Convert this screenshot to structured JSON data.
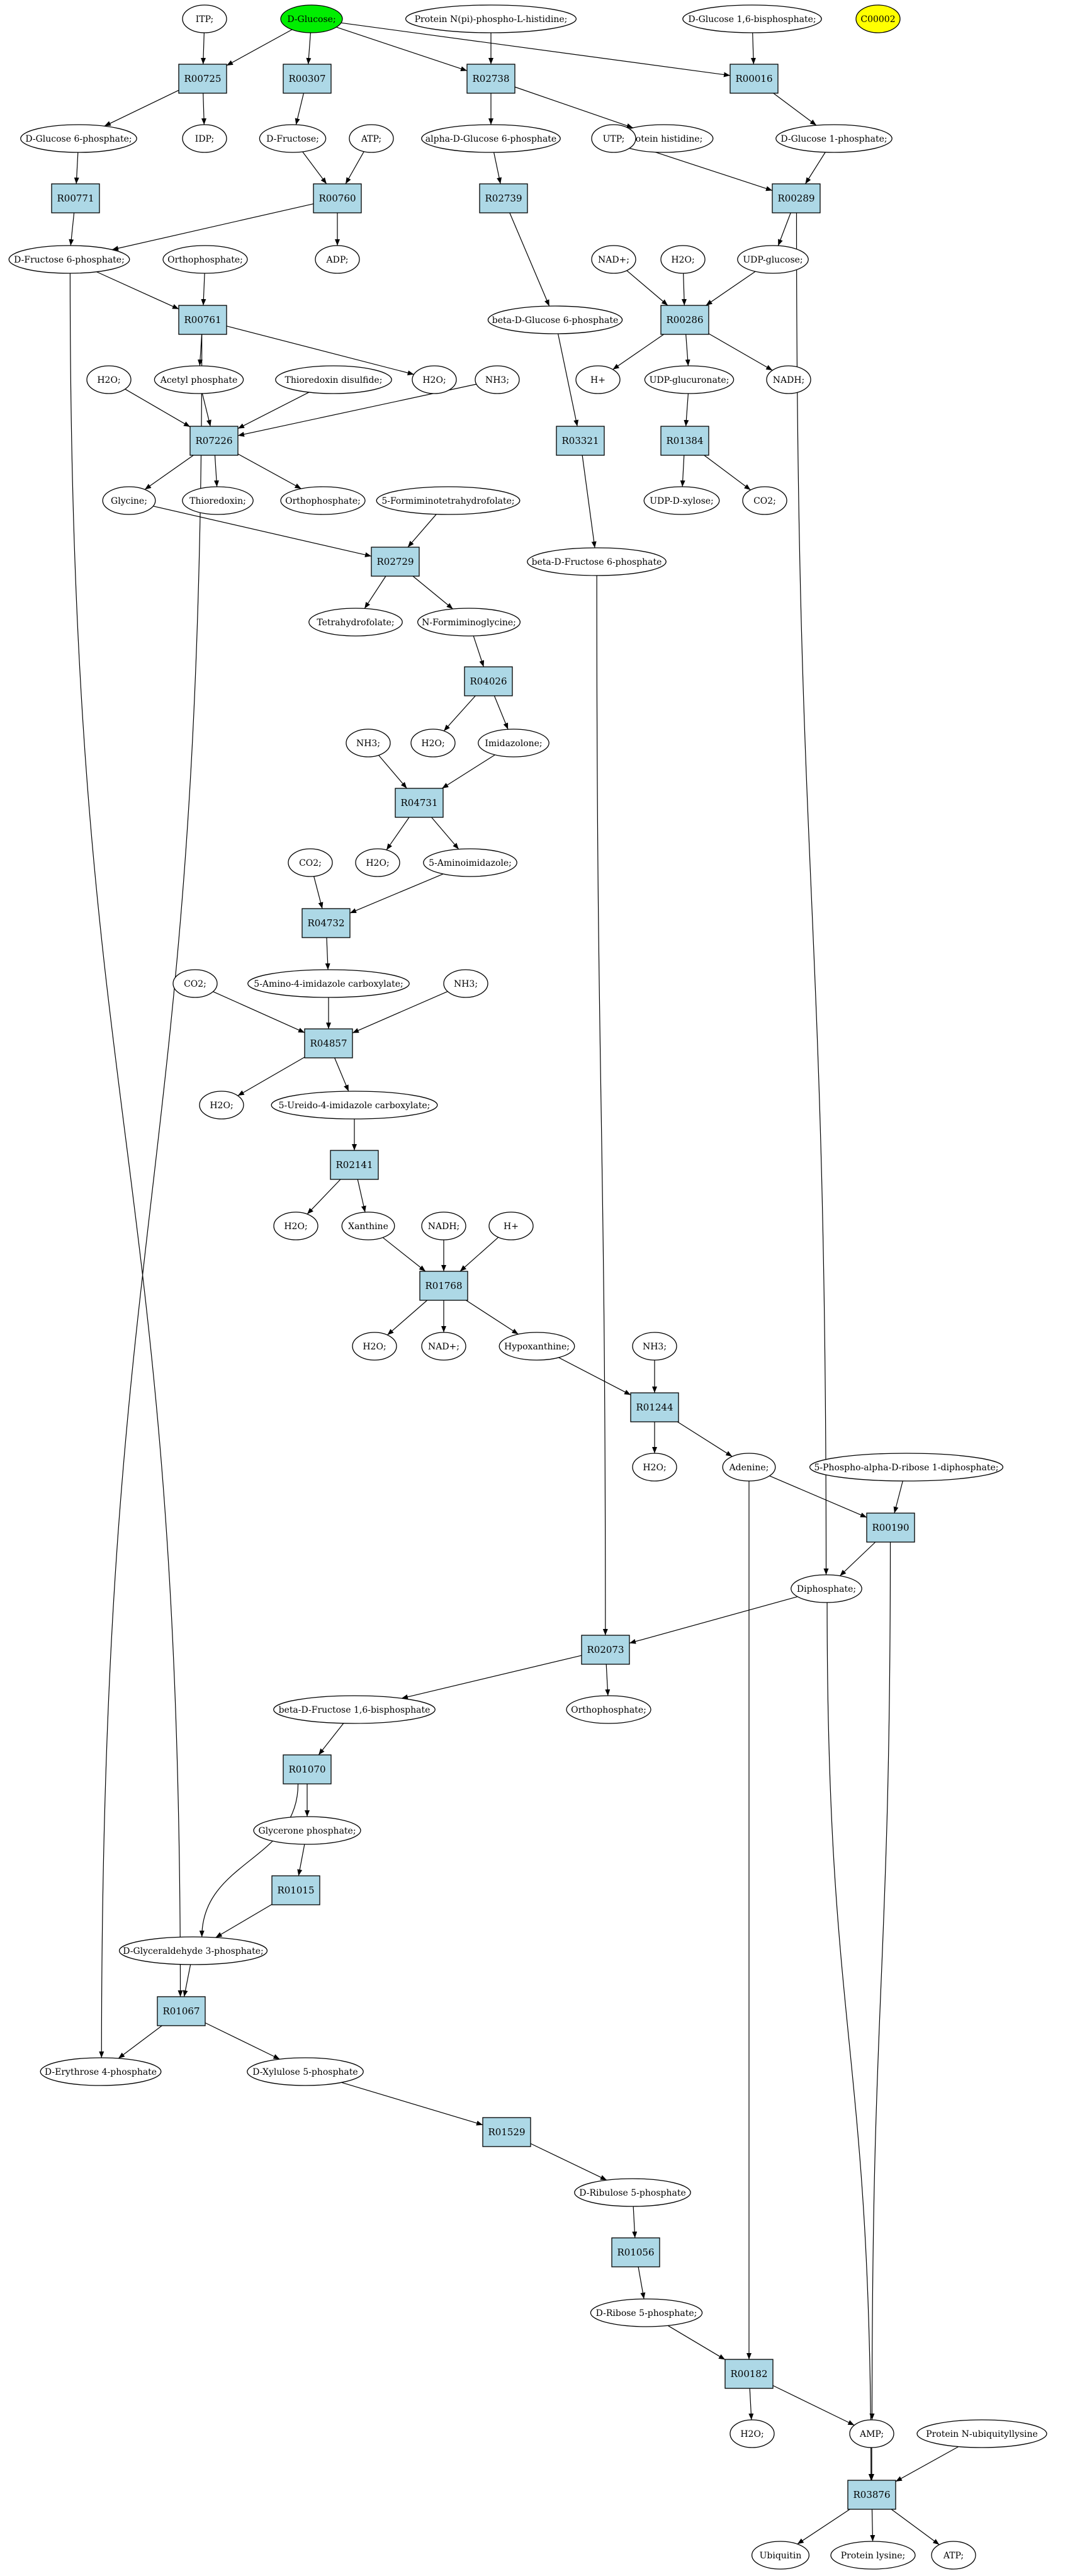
{
  "colors": {
    "reaction_fill": "#add8e6",
    "compound_fill": "#ffffff",
    "source_fill": "#00ee00",
    "marker_fill": "#ffff00",
    "stroke": "#000000",
    "text": "#000000"
  },
  "graph": {
    "nodes": [
      {
        "id": "n_itp",
        "kind": "compound",
        "label": "ITP;"
      },
      {
        "id": "n_dglucose",
        "kind": "source",
        "label": "D-Glucose;"
      },
      {
        "id": "n_pnpih",
        "kind": "compound",
        "label": "Protein N(pi)-phospho-L-histidine;"
      },
      {
        "id": "n_dg16bp",
        "kind": "compound",
        "label": "D-Glucose 1,6-bisphosphate;"
      },
      {
        "id": "n_c00002",
        "kind": "marker",
        "label": "C00002"
      },
      {
        "id": "r_R00725",
        "kind": "reaction",
        "label": "R00725"
      },
      {
        "id": "r_R00307",
        "kind": "reaction",
        "label": "R00307"
      },
      {
        "id": "r_R02738",
        "kind": "reaction",
        "label": "R02738"
      },
      {
        "id": "r_R00016",
        "kind": "reaction",
        "label": "R00016"
      },
      {
        "id": "n_dg6p",
        "kind": "compound",
        "label": "D-Glucose 6-phosphate;"
      },
      {
        "id": "n_idp",
        "kind": "compound",
        "label": "IDP;"
      },
      {
        "id": "n_dfru",
        "kind": "compound",
        "label": "D-Fructose;"
      },
      {
        "id": "n_atp1",
        "kind": "compound",
        "label": "ATP;"
      },
      {
        "id": "n_adg6p",
        "kind": "compound",
        "label": "alpha-D-Glucose 6-phosphate"
      },
      {
        "id": "n_phis",
        "kind": "compound",
        "label": "Protein histidine;"
      },
      {
        "id": "n_utp",
        "kind": "compound",
        "label": "UTP;"
      },
      {
        "id": "n_dg1p",
        "kind": "compound",
        "label": "D-Glucose 1-phosphate;"
      },
      {
        "id": "r_R00771",
        "kind": "reaction",
        "label": "R00771"
      },
      {
        "id": "r_R00760",
        "kind": "reaction",
        "label": "R00760"
      },
      {
        "id": "r_R02739",
        "kind": "reaction",
        "label": "R02739"
      },
      {
        "id": "r_R00289",
        "kind": "reaction",
        "label": "R00289"
      },
      {
        "id": "n_df6p",
        "kind": "compound",
        "label": "D-Fructose 6-phosphate;"
      },
      {
        "id": "n_orthop1",
        "kind": "compound",
        "label": "Orthophosphate;"
      },
      {
        "id": "n_adp",
        "kind": "compound",
        "label": "ADP;"
      },
      {
        "id": "n_nadp",
        "kind": "compound",
        "label": "NAD+;"
      },
      {
        "id": "n_h2o_a",
        "kind": "compound",
        "label": "H2O;"
      },
      {
        "id": "n_udpglc",
        "kind": "compound",
        "label": "UDP-glucose;"
      },
      {
        "id": "n_bdg6p",
        "kind": "compound",
        "label": "beta-D-Glucose 6-phosphate"
      },
      {
        "id": "r_R00761",
        "kind": "reaction",
        "label": "R00761"
      },
      {
        "id": "r_R00286",
        "kind": "reaction",
        "label": "R00286"
      },
      {
        "id": "n_hplus1",
        "kind": "compound",
        "label": "H+"
      },
      {
        "id": "n_udpglcu",
        "kind": "compound",
        "label": "UDP-glucuronate;"
      },
      {
        "id": "n_nadh1",
        "kind": "compound",
        "label": "NADH;"
      },
      {
        "id": "n_h2o_b",
        "kind": "compound",
        "label": "H2O;"
      },
      {
        "id": "n_acp",
        "kind": "compound",
        "label": "Acetyl phosphate"
      },
      {
        "id": "n_tdis",
        "kind": "compound",
        "label": "Thioredoxin disulfide;"
      },
      {
        "id": "n_h2o_c",
        "kind": "compound",
        "label": "H2O;"
      },
      {
        "id": "n_nh3_a",
        "kind": "compound",
        "label": "NH3;"
      },
      {
        "id": "r_R07226",
        "kind": "reaction",
        "label": "R07226"
      },
      {
        "id": "r_R03321",
        "kind": "reaction",
        "label": "R03321"
      },
      {
        "id": "r_R01384",
        "kind": "reaction",
        "label": "R01384"
      },
      {
        "id": "n_glycine",
        "kind": "compound",
        "label": "Glycine;"
      },
      {
        "id": "n_thioredoxin",
        "kind": "compound",
        "label": "Thioredoxin;"
      },
      {
        "id": "n_orthop2",
        "kind": "compound",
        "label": "Orthophosphate;"
      },
      {
        "id": "n_udpxyl",
        "kind": "compound",
        "label": "UDP-D-xylose;"
      },
      {
        "id": "n_co2_a",
        "kind": "compound",
        "label": "CO2;"
      },
      {
        "id": "n_fthf",
        "kind": "compound",
        "label": "5-Formiminotetrahydrofolate;"
      },
      {
        "id": "n_bdf6p",
        "kind": "compound",
        "label": "beta-D-Fructose 6-phosphate"
      },
      {
        "id": "r_R02729",
        "kind": "reaction",
        "label": "R02729"
      },
      {
        "id": "n_thf",
        "kind": "compound",
        "label": "Tetrahydrofolate;"
      },
      {
        "id": "n_nfg",
        "kind": "compound",
        "label": "N-Formiminoglycine;"
      },
      {
        "id": "r_R04026",
        "kind": "reaction",
        "label": "R04026"
      },
      {
        "id": "n_h2o_d",
        "kind": "compound",
        "label": "H2O;"
      },
      {
        "id": "n_imid",
        "kind": "compound",
        "label": "Imidazolone;"
      },
      {
        "id": "n_nh3_b",
        "kind": "compound",
        "label": "NH3;"
      },
      {
        "id": "r_R04731",
        "kind": "reaction",
        "label": "R04731"
      },
      {
        "id": "n_h2o_e",
        "kind": "compound",
        "label": "H2O;"
      },
      {
        "id": "n_5ai",
        "kind": "compound",
        "label": "5-Aminoimidazole;"
      },
      {
        "id": "n_co2_b",
        "kind": "compound",
        "label": "CO2;"
      },
      {
        "id": "r_R04732",
        "kind": "reaction",
        "label": "R04732"
      },
      {
        "id": "n_co2_c",
        "kind": "compound",
        "label": "CO2;"
      },
      {
        "id": "n_5a4ic",
        "kind": "compound",
        "label": "5-Amino-4-imidazole carboxylate;"
      },
      {
        "id": "n_nh3_c",
        "kind": "compound",
        "label": "NH3;"
      },
      {
        "id": "r_R04857",
        "kind": "reaction",
        "label": "R04857"
      },
      {
        "id": "n_h2o_f",
        "kind": "compound",
        "label": "H2O;"
      },
      {
        "id": "n_5u4ic",
        "kind": "compound",
        "label": "5-Ureido-4-imidazole carboxylate;"
      },
      {
        "id": "r_R02141",
        "kind": "reaction",
        "label": "R02141"
      },
      {
        "id": "n_h2o_g",
        "kind": "compound",
        "label": "H2O;"
      },
      {
        "id": "n_xanthine",
        "kind": "compound",
        "label": "Xanthine"
      },
      {
        "id": "n_nadh2",
        "kind": "compound",
        "label": "NADH;"
      },
      {
        "id": "n_hplus2",
        "kind": "compound",
        "label": "H+"
      },
      {
        "id": "r_R01768",
        "kind": "reaction",
        "label": "R01768"
      },
      {
        "id": "n_h2o_h",
        "kind": "compound",
        "label": "H2O;"
      },
      {
        "id": "n_nadp2",
        "kind": "compound",
        "label": "NAD+;"
      },
      {
        "id": "n_hypox",
        "kind": "compound",
        "label": "Hypoxanthine;"
      },
      {
        "id": "n_nh3_d",
        "kind": "compound",
        "label": "NH3;"
      },
      {
        "id": "r_R01244",
        "kind": "reaction",
        "label": "R01244"
      },
      {
        "id": "n_h2o_i",
        "kind": "compound",
        "label": "H2O;"
      },
      {
        "id": "n_adenine",
        "kind": "compound",
        "label": "Adenine;"
      },
      {
        "id": "n_prpp",
        "kind": "compound",
        "label": "5-Phospho-alpha-D-ribose 1-diphosphate;"
      },
      {
        "id": "r_R00190",
        "kind": "reaction",
        "label": "R00190"
      },
      {
        "id": "n_diphos",
        "kind": "compound",
        "label": "Diphosphate;"
      },
      {
        "id": "r_R02073",
        "kind": "reaction",
        "label": "R02073"
      },
      {
        "id": "n_bdf16bp",
        "kind": "compound",
        "label": "beta-D-Fructose 1,6-bisphosphate"
      },
      {
        "id": "n_orthop3",
        "kind": "compound",
        "label": "Orthophosphate;"
      },
      {
        "id": "r_R01070",
        "kind": "reaction",
        "label": "R01070"
      },
      {
        "id": "n_glycp",
        "kind": "compound",
        "label": "Glycerone phosphate;"
      },
      {
        "id": "r_R01015",
        "kind": "reaction",
        "label": "R01015"
      },
      {
        "id": "n_dg3p",
        "kind": "compound",
        "label": "D-Glyceraldehyde 3-phosphate;"
      },
      {
        "id": "r_R01067",
        "kind": "reaction",
        "label": "R01067"
      },
      {
        "id": "n_de4p",
        "kind": "compound",
        "label": "D-Erythrose 4-phosphate"
      },
      {
        "id": "n_dx5p",
        "kind": "compound",
        "label": "D-Xylulose 5-phosphate"
      },
      {
        "id": "r_R01529",
        "kind": "reaction",
        "label": "R01529"
      },
      {
        "id": "n_dribu5p",
        "kind": "compound",
        "label": "D-Ribulose 5-phosphate"
      },
      {
        "id": "r_R01056",
        "kind": "reaction",
        "label": "R01056"
      },
      {
        "id": "n_dr5p",
        "kind": "compound",
        "label": "D-Ribose 5-phosphate;"
      },
      {
        "id": "r_R00182",
        "kind": "reaction",
        "label": "R00182"
      },
      {
        "id": "n_h2o_j",
        "kind": "compound",
        "label": "H2O;"
      },
      {
        "id": "n_amp",
        "kind": "compound",
        "label": "AMP;"
      },
      {
        "id": "n_pnul",
        "kind": "compound",
        "label": "Protein N-ubiquityllysine"
      },
      {
        "id": "r_R03876",
        "kind": "reaction",
        "label": "R03876"
      },
      {
        "id": "n_ubiquitin",
        "kind": "compound",
        "label": "Ubiquitin"
      },
      {
        "id": "n_plys",
        "kind": "compound",
        "label": "Protein lysine;"
      },
      {
        "id": "n_atp2",
        "kind": "compound",
        "label": "ATP;"
      }
    ],
    "edges": [
      [
        "n_itp",
        "r_R00725"
      ],
      [
        "n_dglucose",
        "r_R00725"
      ],
      [
        "n_dglucose",
        "r_R00307"
      ],
      [
        "n_dglucose",
        "r_R02738"
      ],
      [
        "n_dglucose",
        "r_R00016"
      ],
      [
        "n_pnpih",
        "r_R02738"
      ],
      [
        "n_dg16bp",
        "r_R00016"
      ],
      [
        "r_R00725",
        "n_dg6p"
      ],
      [
        "r_R00725",
        "n_idp"
      ],
      [
        "r_R00307",
        "n_dfru"
      ],
      [
        "r_R02738",
        "n_adg6p"
      ],
      [
        "r_R02738",
        "n_phis"
      ],
      [
        "r_R00016",
        "n_dg1p"
      ],
      [
        "n_dg6p",
        "r_R00771"
      ],
      [
        "n_dfru",
        "r_R00760"
      ],
      [
        "n_atp1",
        "r_R00760"
      ],
      [
        "n_adg6p",
        "r_R02739"
      ],
      [
        "n_utp",
        "r_R00289"
      ],
      [
        "n_dg1p",
        "r_R00289"
      ],
      [
        "r_R00771",
        "n_df6p"
      ],
      [
        "r_R00760",
        "n_df6p"
      ],
      [
        "r_R00760",
        "n_adp"
      ],
      [
        "r_R02739",
        "n_bdg6p"
      ],
      [
        "r_R00289",
        "n_udpglc"
      ],
      [
        "r_R00289",
        "n_diphos"
      ],
      [
        "n_df6p",
        "r_R00761"
      ],
      [
        "n_orthop1",
        "r_R00761"
      ],
      [
        "n_df6p",
        "r_R01067"
      ],
      [
        "n_nadp",
        "r_R00286"
      ],
      [
        "n_h2o_a",
        "r_R00286"
      ],
      [
        "n_udpglc",
        "r_R00286"
      ],
      [
        "r_R00761",
        "n_acp"
      ],
      [
        "r_R00761",
        "n_h2o_b"
      ],
      [
        "r_R00761",
        "n_de4p"
      ],
      [
        "r_R00286",
        "n_hplus1"
      ],
      [
        "r_R00286",
        "n_udpglcu"
      ],
      [
        "r_R00286",
        "n_nadh1"
      ],
      [
        "n_h2o_c",
        "r_R07226"
      ],
      [
        "n_acp",
        "r_R07226"
      ],
      [
        "n_tdis",
        "r_R07226"
      ],
      [
        "n_nh3_a",
        "r_R07226"
      ],
      [
        "n_bdg6p",
        "r_R03321"
      ],
      [
        "n_udpglcu",
        "r_R01384"
      ],
      [
        "r_R07226",
        "n_glycine"
      ],
      [
        "r_R07226",
        "n_thioredoxin"
      ],
      [
        "r_R07226",
        "n_orthop2"
      ],
      [
        "r_R03321",
        "n_bdf6p"
      ],
      [
        "r_R01384",
        "n_udpxyl"
      ],
      [
        "r_R01384",
        "n_co2_a"
      ],
      [
        "n_glycine",
        "r_R02729"
      ],
      [
        "n_fthf",
        "r_R02729"
      ],
      [
        "r_R02729",
        "n_thf"
      ],
      [
        "r_R02729",
        "n_nfg"
      ],
      [
        "n_nfg",
        "r_R04026"
      ],
      [
        "r_R04026",
        "n_h2o_d"
      ],
      [
        "r_R04026",
        "n_imid"
      ],
      [
        "n_nh3_b",
        "r_R04731"
      ],
      [
        "n_imid",
        "r_R04731"
      ],
      [
        "r_R04731",
        "n_h2o_e"
      ],
      [
        "r_R04731",
        "n_5ai"
      ],
      [
        "n_co2_b",
        "r_R04732"
      ],
      [
        "n_5ai",
        "r_R04732"
      ],
      [
        "r_R04732",
        "n_5a4ic"
      ],
      [
        "n_co2_c",
        "r_R04857"
      ],
      [
        "n_5a4ic",
        "r_R04857"
      ],
      [
        "n_nh3_c",
        "r_R04857"
      ],
      [
        "r_R04857",
        "n_h2o_f"
      ],
      [
        "r_R04857",
        "n_5u4ic"
      ],
      [
        "n_5u4ic",
        "r_R02141"
      ],
      [
        "r_R02141",
        "n_h2o_g"
      ],
      [
        "r_R02141",
        "n_xanthine"
      ],
      [
        "n_xanthine",
        "r_R01768"
      ],
      [
        "n_nadh2",
        "r_R01768"
      ],
      [
        "n_hplus2",
        "r_R01768"
      ],
      [
        "r_R01768",
        "n_h2o_h"
      ],
      [
        "r_R01768",
        "n_nadp2"
      ],
      [
        "r_R01768",
        "n_hypox"
      ],
      [
        "n_hypox",
        "r_R01244"
      ],
      [
        "n_nh3_d",
        "r_R01244"
      ],
      [
        "r_R01244",
        "n_h2o_i"
      ],
      [
        "r_R01244",
        "n_adenine"
      ],
      [
        "n_adenine",
        "r_R00190"
      ],
      [
        "n_prpp",
        "r_R00190"
      ],
      [
        "n_adenine",
        "r_R00182"
      ],
      [
        "r_R00190",
        "n_diphos"
      ],
      [
        "r_R00190",
        "n_amp"
      ],
      [
        "n_bdf6p",
        "r_R02073"
      ],
      [
        "n_diphos",
        "r_R02073"
      ],
      [
        "n_diphos",
        "r_R03876"
      ],
      [
        "r_R02073",
        "n_bdf16bp"
      ],
      [
        "r_R02073",
        "n_orthop3"
      ],
      [
        "n_bdf16bp",
        "r_R01070"
      ],
      [
        "r_R01070",
        "n_glycp"
      ],
      [
        "r_R01070",
        "n_dg3p"
      ],
      [
        "n_glycp",
        "r_R01015"
      ],
      [
        "r_R01015",
        "n_dg3p"
      ],
      [
        "n_dg3p",
        "r_R01067"
      ],
      [
        "r_R01067",
        "n_de4p"
      ],
      [
        "r_R01067",
        "n_dx5p"
      ],
      [
        "n_dx5p",
        "r_R01529"
      ],
      [
        "r_R01529",
        "n_dribu5p"
      ],
      [
        "n_dribu5p",
        "r_R01056"
      ],
      [
        "r_R01056",
        "n_dr5p"
      ],
      [
        "n_dr5p",
        "r_R00182"
      ],
      [
        "r_R00182",
        "n_h2o_j"
      ],
      [
        "r_R00182",
        "n_amp"
      ],
      [
        "n_amp",
        "r_R03876"
      ],
      [
        "n_pnul",
        "r_R03876"
      ],
      [
        "r_R03876",
        "n_ubiquitin"
      ],
      [
        "r_R03876",
        "n_plys"
      ],
      [
        "r_R03876",
        "n_atp2"
      ]
    ]
  }
}
